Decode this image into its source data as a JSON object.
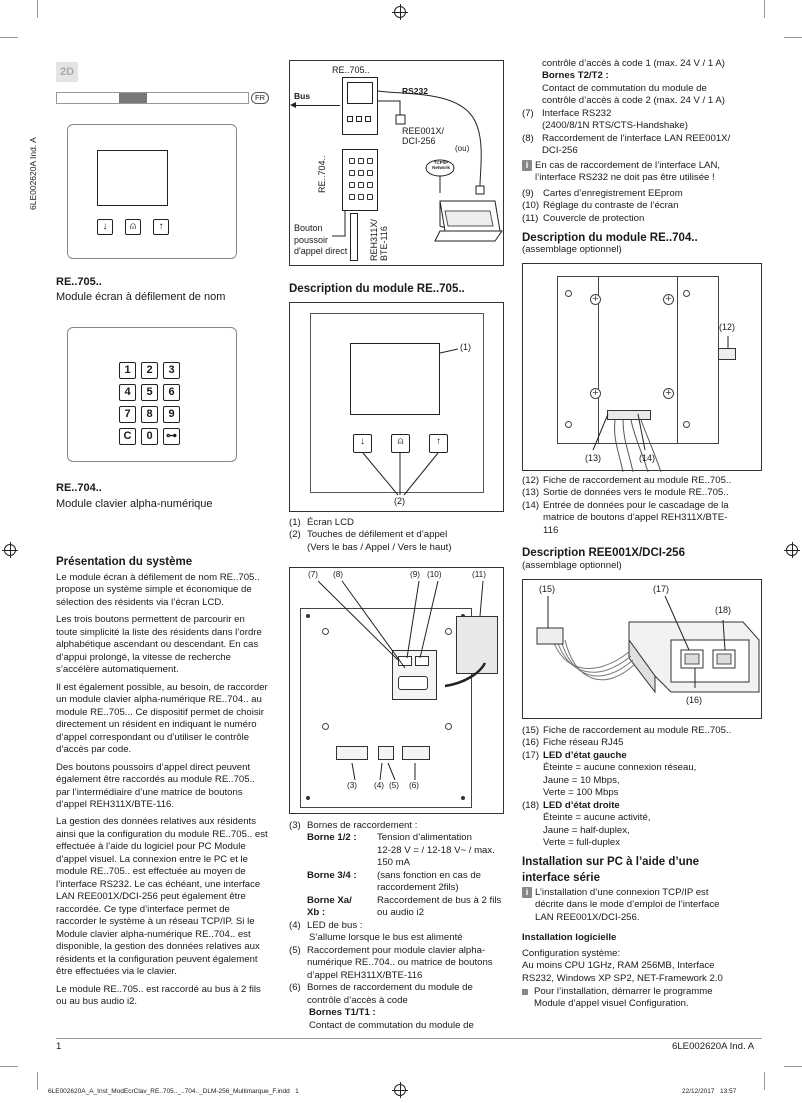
{
  "header": {
    "badge_2d": "2D",
    "lang_badge": "FR",
    "side_code": "6LE002620A Ind. A"
  },
  "left": {
    "re705_title": "RE..705..",
    "re705_sub": "Module écran à défilement de nom",
    "re704_title": "RE..704..",
    "re704_sub": "Module clavier alpha-numérique",
    "keypad_keys": [
      "1",
      "2",
      "3",
      "4",
      "5",
      "6",
      "7",
      "8",
      "9",
      "C",
      "0",
      "⊶"
    ],
    "pres_title": "Présentation du système",
    "pres_paragraphs": [
      "Le module écran à défilement de nom RE..705.. propose un système simple et économique de sélection des résidents via l’écran LCD.",
      "Les trois boutons permettent de parcourir en toute simplicité la liste des résidents dans l’ordre alphabétique ascendant ou descendant. En cas d’appui prolongé, la vitesse de recherche s’accélère automatiquement.",
      "Il est également possible, au besoin, de raccorder un module clavier alpha-numérique RE..704.. au module RE..705... Ce dispositif permet de choisir directement un résident en indiquant le numéro d’appel correspondant ou d’utiliser le contrôle d’accès par code.",
      "Des boutons poussoirs d’appel direct peuvent également être raccordés au module RE..705.. par l’intermédiaire d’une matrice de boutons d’appel REH311X/BTE-116.",
      "La gestion des données relatives aux résidents ainsi que la configuration du module RE..705.. est effectuée à l’aide du logiciel pour PC Module d’appel visuel. La connexion entre le PC et le module RE..705.. est effectuée au moyen de l’interface RS232. Le cas échéant, une interface LAN REE001X/DCI-256 peut également être raccordée. Ce type d’interface permet de raccorder le système à un réseau TCP/IP. Si le Module clavier alpha-numérique RE..704.. est disponible, la gestion des données relatives aux résidents et la configuration peuvent également être effectuées via le clavier.",
      "Le module RE..705.. est raccordé au bus à 2 fils ou au bus audio i2."
    ]
  },
  "middle": {
    "diagram1": {
      "re705": "RE..705..",
      "bus": "Bus",
      "rs232": "RS232",
      "ree": "REE001X/\nDCI-256",
      "ou": "(ou)",
      "tcpip": "TCP/IP\nNetwork",
      "re704": "RE..704..",
      "bouton": "Bouton\npoussoir\nd'appel direct",
      "reh": "REH311X/\nBTE-116"
    },
    "desc705_title": "Description du module RE..705..",
    "fig1_labels": {
      "l1": "(1)",
      "l2": "(2)"
    },
    "fig1_list": [
      {
        "num": "(1)",
        "text": "Écran LCD"
      },
      {
        "num": "(2)",
        "text": "Touches de défilement et d’appel\n(Vers le bas / Appel / Vers le haut)"
      }
    ],
    "fig2_labels": {
      "l7": "(7)",
      "l8": "(8)",
      "l9": "(9)",
      "l10": "(10)",
      "l11": "(11)",
      "l3": "(3)",
      "l4": "(4)",
      "l5": "(5)",
      "l6": "(6)"
    },
    "b3": "(3)",
    "b3_text": "Bornes de raccordement :",
    "bornes": [
      {
        "k": "Borne 1/2 :",
        "v": "Tension d’alimentation\n12-28 V = / 12-18 V~ / max.\n150 mA"
      },
      {
        "k": "Borne 3/4 :",
        "v": "(sans fonction en cas de\nraccordement 2fils)"
      },
      {
        "k": "Borne Xa/\nXb :",
        "v": "Raccordement de bus à 2 fils\nou audio i2"
      }
    ],
    "b4": "(4)",
    "b4_text": "LED de bus :",
    "b4_sub": "S’allume lorsque le bus est alimenté",
    "b5": "(5)",
    "b5_text": "Raccordement pour module clavier alpha-\nnumérique RE..704.. ou matrice de boutons\nd’appel REH311X/BTE-116",
    "b6": "(6)",
    "b6_text": "Bornes de raccordement du module de\ncontrôle d’accès à code",
    "b6_t1": "Bornes T1/T1 :",
    "b6_t1_text": "Contact de commutation du module de"
  },
  "right": {
    "cont1": "contrôle d’accès à code 1 (max. 24 V / 1 A)",
    "t2": "Bornes T2/T2 :",
    "t2_text": "Contact de commutation du module de\ncontrôle d’accès à code 2 (max. 24 V / 1 A)",
    "items_7_8": [
      {
        "num": "(7)",
        "text": "Interface RS232\n(2400/8/1N RTS/CTS-Handshake)"
      },
      {
        "num": "(8)",
        "text": "Raccordement de l’interface LAN REE001X/\nDCI-256"
      }
    ],
    "info1": "En cas de raccordement de l’interface LAN,\nl’interface RS232 ne doit pas être utilisée !",
    "items_9_11": [
      {
        "num": "(9)",
        "text": "Cartes d’enregistrement EEprom"
      },
      {
        "num": "(10)",
        "text": "Réglage du contraste de l’écran"
      },
      {
        "num": "(11)",
        "text": "Couvercle de protection"
      }
    ],
    "desc704_title": "Description du module RE..704..",
    "desc704_sub": "(assemblage optionnel)",
    "fig3_labels": {
      "l12": "(12)",
      "l13": "(13)",
      "l14": "(14)"
    },
    "items_12_14": [
      {
        "num": "(12)",
        "text": "Fiche de raccordement au module RE..705.."
      },
      {
        "num": "(13)",
        "text": "Sortie de données vers le module RE..705.."
      },
      {
        "num": "(14)",
        "text": "Entrée de données pour le cascadage de la\nmatrice de boutons d’appel REH311X/BTE-\n116"
      }
    ],
    "descree_title": "Description REE001X/DCI-256",
    "descree_sub": "(assemblage optionnel)",
    "fig4_labels": {
      "l15": "(15)",
      "l16": "(16)",
      "l17": "(17)",
      "l18": "(18)"
    },
    "items_15_16": [
      {
        "num": "(15)",
        "text": "Fiche de raccordement au module RE..705.."
      },
      {
        "num": "(16)",
        "text": "Fiche réseau RJ45"
      }
    ],
    "i17_num": "(17)",
    "i17_title": "LED d’état gauche",
    "i17_text": "Éteinte = aucune connexion réseau,\nJaune = 10 Mbps,\nVerte = 100 Mbps",
    "i18_num": "(18)",
    "i18_title": "LED d’état droite",
    "i18_text": "Éteinte = aucune activité,\nJaune = half-duplex,\nVerte = full-duplex",
    "install_title": "Installation sur PC à l’aide d’une\ninterface série",
    "info2": "L’installation d’une connexion TCP/IP est\ndécrite dans le mode d’emploi de l’interface\nLAN REE001X/DCI-256.",
    "logi_title": "Installation logicielle",
    "config_text": "Configuration système:\nAu moins CPU 1GHz, RAM 256MB, Interface\nRS232, Windows XP SP2, NET-Framework 2.0",
    "bullet": "Pour l’installation, démarrer le programme\nModule d’appel visuel Configuration."
  },
  "footer": {
    "page": "1",
    "code": "6LE002620A Ind. A",
    "file": "6LE002620A_A_Inst_ModEcrClav_RE..705.._..704.._DLM-256_Multimarque_F.indd   1",
    "date": "22/12/2017   13:57"
  }
}
